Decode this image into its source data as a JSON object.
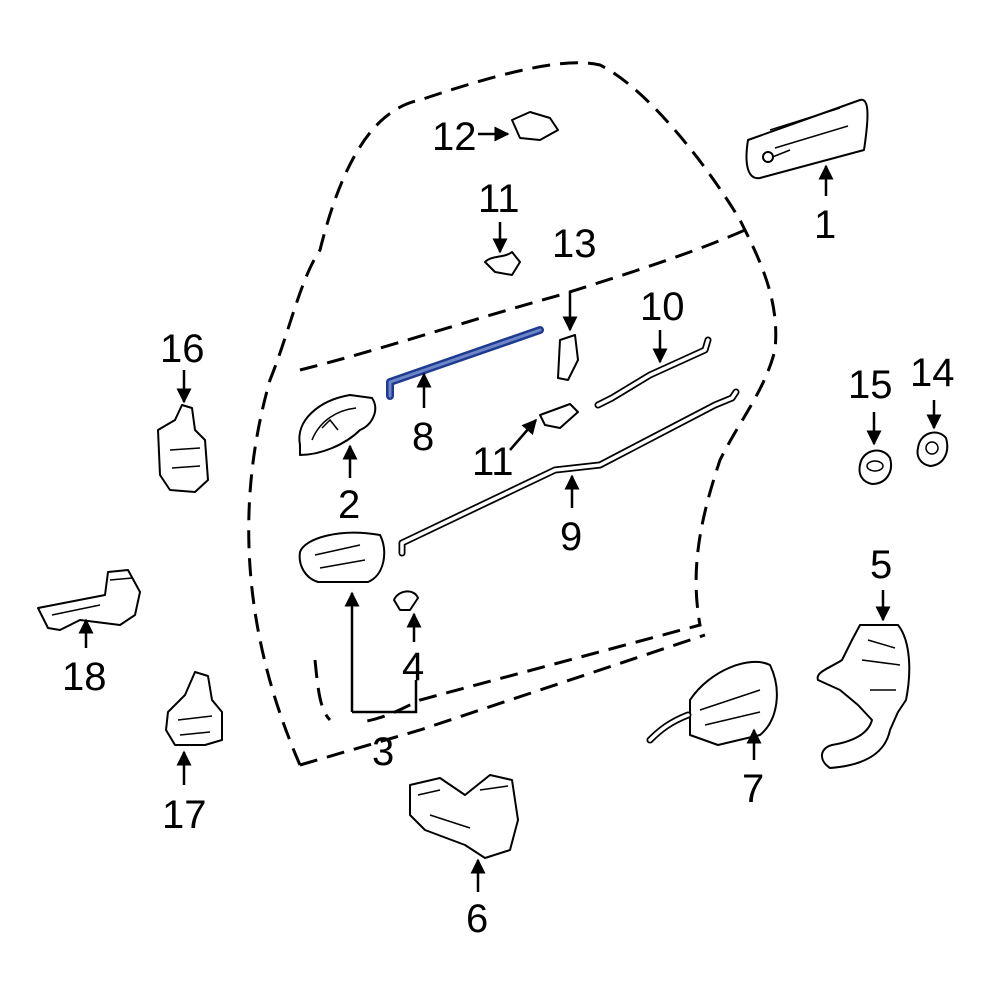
{
  "callouts": {
    "c1": "1",
    "c2": "2",
    "c3": "3",
    "c4": "4",
    "c5": "5",
    "c6": "6",
    "c7": "7",
    "c8": "8",
    "c9": "9",
    "c10": "10",
    "c11a": "11",
    "c11b": "11",
    "c12": "12",
    "c13": "13",
    "c14": "14",
    "c15": "15",
    "c16": "16",
    "c17": "17",
    "c18": "18"
  },
  "colors": {
    "highlight": "#1f3b8f",
    "line": "#000000",
    "background": "#ffffff"
  },
  "highlighted_part": "8"
}
